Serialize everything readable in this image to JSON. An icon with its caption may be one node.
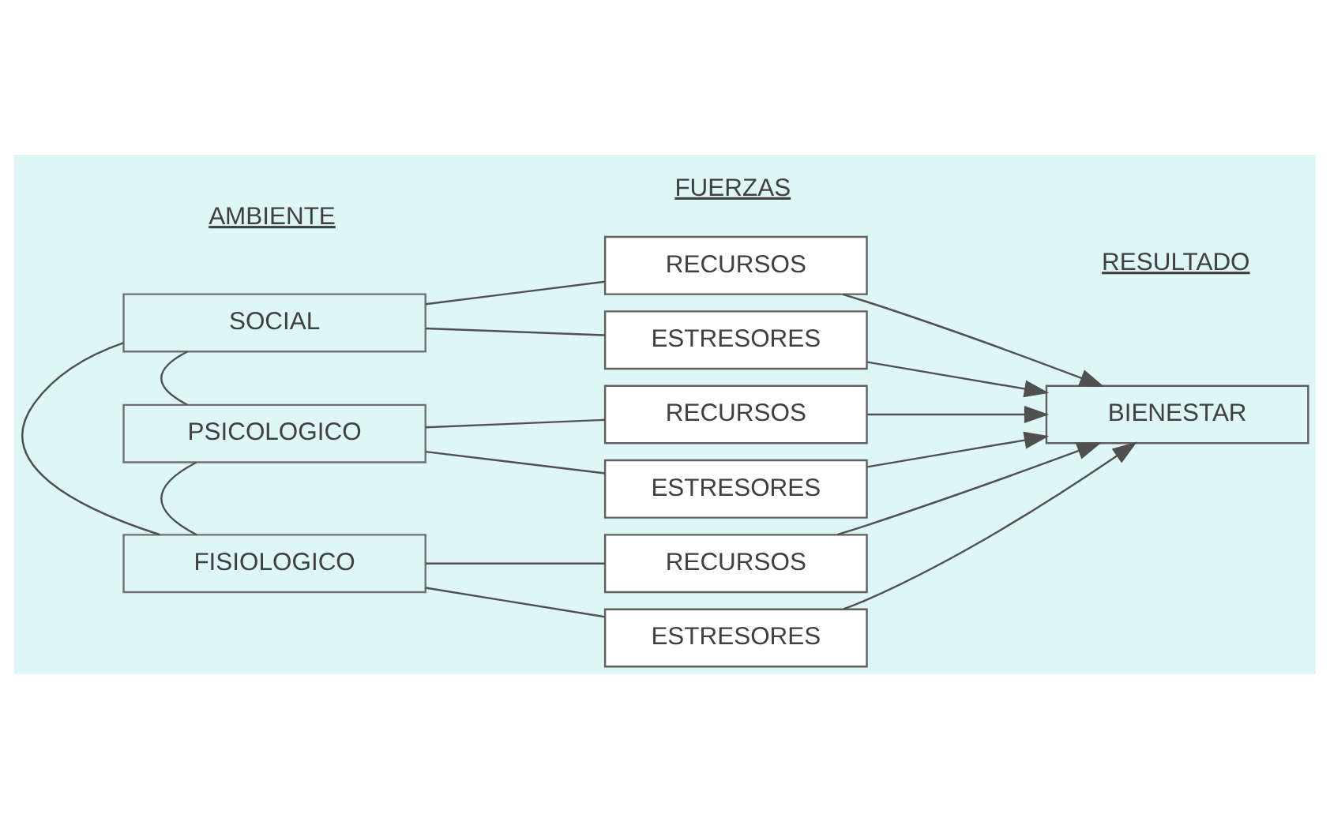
{
  "diagram": {
    "nodes": [
      {
        "text": [
          "SOCIAL"
        ]
      },
      {
        "text": [
          "RECURSOS"
        ]
      },
      {
        "text": [
          "ESTRESORES"
        ]
      },
      {
        "text": [
          "PSICOLOGICO"
        ]
      },
      {
        "text": [
          "RECURSOS"
        ]
      },
      {
        "text": [
          "ESTRESORES"
        ]
      },
      {
        "text": [
          "FISIOLOGICO"
        ]
      },
      {
        "text": [
          "RECURSOS"
        ]
      },
      {
        "text": [
          "ESTRESORES"
        ]
      },
      {
        "text": [
          "BIENESTAR"
        ]
      }
    ],
    "edges": [
      {
        "from": 0,
        "to": 1,
        "arrow": "none"
      },
      {
        "from": 0,
        "to": 2,
        "arrow": "none"
      },
      {
        "from": 3,
        "to": 4,
        "arrow": "none"
      },
      {
        "from": 3,
        "to": 5,
        "arrow": "none"
      },
      {
        "from": 6,
        "to": 7,
        "arrow": "none"
      },
      {
        "from": 6,
        "to": 8,
        "arrow": "none"
      },
      {
        "from": 0,
        "to": 3,
        "arrow": "none"
      },
      {
        "from": 3,
        "to": 6,
        "arrow": "none"
      },
      {
        "from": 0,
        "to": 6,
        "arrow": "none"
      },
      {
        "from": 1,
        "to": 9,
        "arrow": "to"
      },
      {
        "from": 2,
        "to": 9,
        "arrow": "to"
      },
      {
        "from": 4,
        "to": 9,
        "arrow": "to"
      },
      {
        "from": 5,
        "to": 9,
        "arrow": "to"
      },
      {
        "from": 7,
        "to": 9,
        "arrow": "to"
      },
      {
        "from": 8,
        "to": 9,
        "arrow": "to"
      }
    ],
    "labels": [
      "AMBIENTE",
      "FUERZAS",
      "RESULTADO"
    ]
  }
}
